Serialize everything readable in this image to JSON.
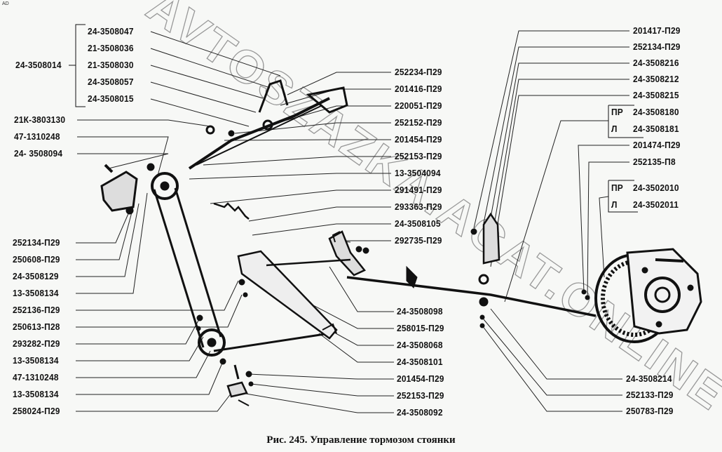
{
  "corner_mark": "AD",
  "caption": "Рис. 245. Управление тормозом стоянки",
  "watermark": "AVTOSZAZKA.ACAT.ONLINE",
  "bracket_group_left": {
    "parent": "24-3508014",
    "items": [
      "24-3508047",
      "21-3508036",
      "21-3508030",
      "24-3508057",
      "24-3508015"
    ]
  },
  "left_top_labels": [
    "21К-3803130",
    "47-1310248",
    "24- 3508094"
  ],
  "left_bottom_labels": [
    "252134-П29",
    "250608-П29",
    "24-3508129",
    "13-3508134",
    "252136-П29",
    "250613-П28",
    "293282-П29",
    "13-3508134",
    "47-1310248",
    "13-3508134",
    "258024-П29"
  ],
  "middle_top_labels": [
    "252234-П29",
    "201416-П29",
    "220051-П29",
    "252152-П29",
    "201454-П29",
    "252153-П29",
    "13-3504094",
    "291491-П29",
    "293363-П29",
    "24-3508105",
    "292735-П29"
  ],
  "middle_bottom_labels": [
    "24-3508098",
    "258015-П29",
    "24-3508068",
    "24-3508101",
    "201454-П29",
    "252153-П29",
    "24-3508092"
  ],
  "right_top_labels": [
    "201417-П29",
    "252134-П29",
    "24-3508216",
    "24-3508212",
    "24-3508215"
  ],
  "right_variant_group_1": [
    {
      "side": "ПР",
      "part": "24-3508180"
    },
    {
      "side": "Л",
      "part": "24-3508181"
    }
  ],
  "right_mid_labels": [
    "201474-П29",
    "252135-П8"
  ],
  "right_variant_group_2": [
    {
      "side": "ПР",
      "part": "24-3502010"
    },
    {
      "side": "Л",
      "part": "24-3502011"
    }
  ],
  "right_bottom_labels": [
    "24-3508214",
    "252133-П29",
    "250783-П29"
  ]
}
